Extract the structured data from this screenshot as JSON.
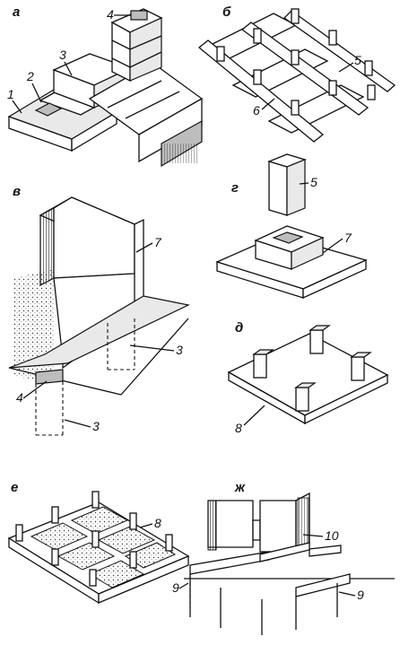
{
  "panels": {
    "a": "а",
    "b": "б",
    "v": "в",
    "g": "г",
    "d": "д",
    "e": "е",
    "zh": "ж"
  },
  "labels": {
    "a1": "1",
    "a2": "2",
    "a3": "3",
    "a4": "4",
    "b5": "5",
    "b6": "6",
    "v7": "7",
    "v3top": "3",
    "v4": "4",
    "v3bot": "3",
    "g5": "5",
    "g7": "7",
    "d8": "8",
    "e8": "8",
    "zh10": "10",
    "zh9left": "9",
    "zh9right": "9"
  }
}
